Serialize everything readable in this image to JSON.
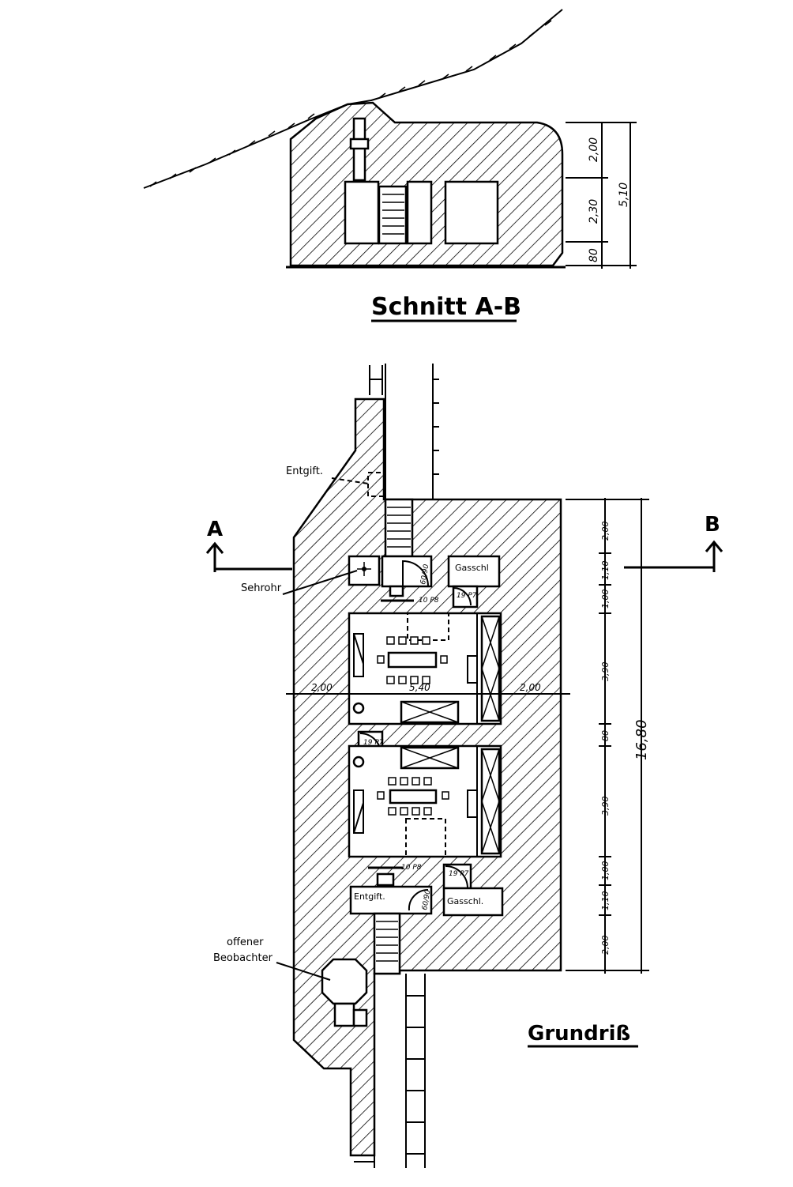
{
  "section": {
    "title": "Schnitt A-B",
    "dims": {
      "top": "2,00",
      "middle": "2,30",
      "bottom": "80",
      "total": "5,10"
    }
  },
  "plan": {
    "title": "Grundriß",
    "marker_a": "A",
    "marker_b": "B",
    "labels": {
      "entgift_top": "Entgift.",
      "sehrohr": "Sehrohr",
      "gasschl_top": "Gasschl",
      "gasschl_bottom": "Gasschl.",
      "entgift_bottom": "Entgift.",
      "offener_1": "offener",
      "offener_2": "Beobachter",
      "door_a": "60/90",
      "door_b": "10 P8",
      "door_c": "19 P7",
      "door_d": "19 P7",
      "door_e": "10 P8",
      "door_f": "19 P7",
      "door_g": "60/90"
    },
    "dims": {
      "right": [
        "2,00",
        "1,10",
        "1,00",
        "3,90",
        "80",
        "3,90",
        "1,00",
        "1,10",
        "2,00"
      ],
      "total": "16,80",
      "width_left": "2,00",
      "width_mid": "5,40",
      "width_right": "2,00"
    }
  }
}
